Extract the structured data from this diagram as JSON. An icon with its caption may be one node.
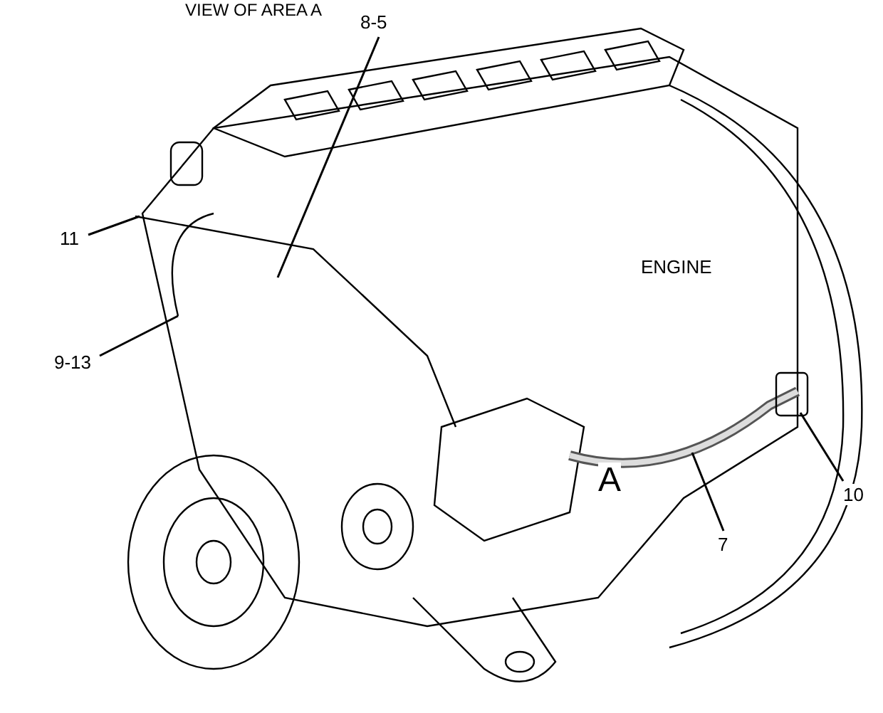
{
  "diagram": {
    "title": "VIEW OF AREA A",
    "nodes": [
      {
        "text": [
          "8-5"
        ]
      },
      {
        "text": [
          "11"
        ]
      },
      {
        "text": [
          "9-13"
        ]
      },
      {
        "text": [
          "10"
        ]
      },
      {
        "text": [
          "7"
        ]
      }
    ],
    "edges": [
      {
        "from": 0,
        "to": null,
        "arrow": "none"
      },
      {
        "from": 1,
        "to": null,
        "arrow": "none"
      },
      {
        "from": 2,
        "to": null,
        "arrow": "none"
      },
      {
        "from": 3,
        "to": null,
        "arrow": "none"
      },
      {
        "from": 4,
        "to": null,
        "arrow": "none"
      }
    ],
    "labels": [
      "ENGINE",
      "A"
    ]
  }
}
